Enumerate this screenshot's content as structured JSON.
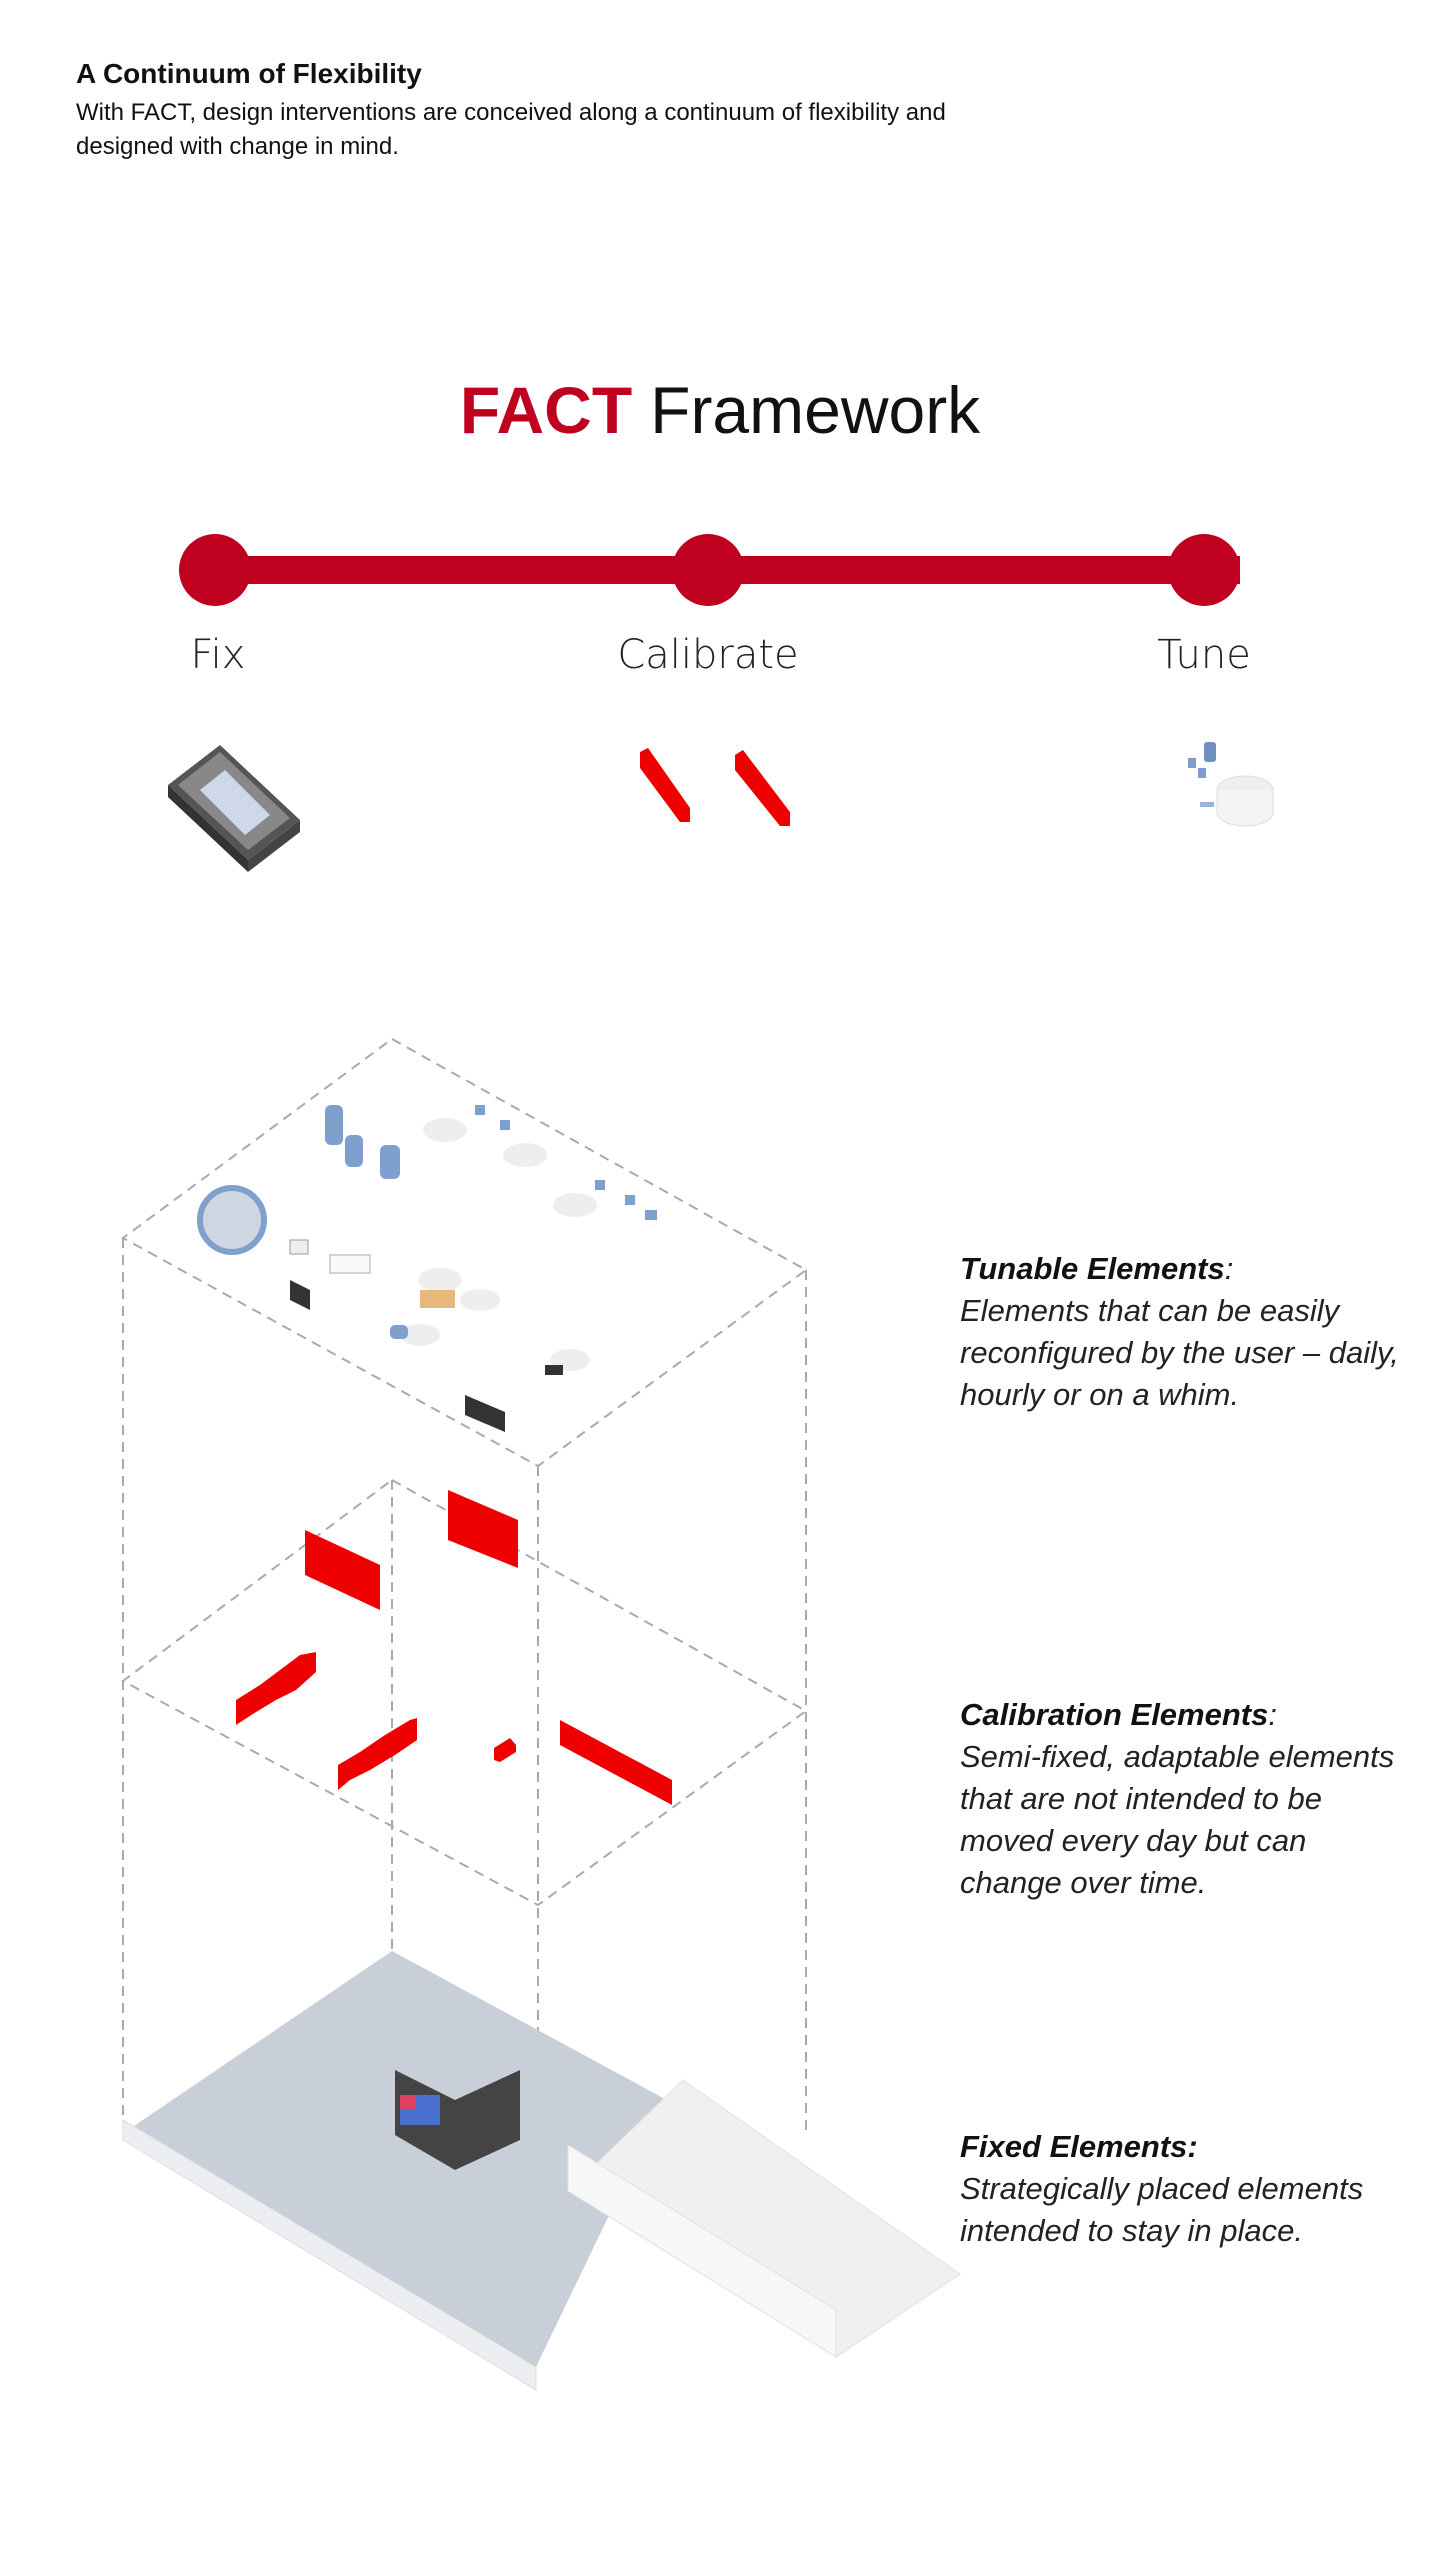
{
  "intro": {
    "title": "A Continuum of Flexibility",
    "body": "With FACT, design interventions are conceived along a continuum of flexibility and designed with change in mind."
  },
  "framework": {
    "title_accent": "FACT",
    "title_rest": "Framework",
    "stages": [
      {
        "label": "Fix"
      },
      {
        "label": "Calibrate"
      },
      {
        "label": "Tune"
      }
    ],
    "accent_color": "#c0001f"
  },
  "layers": [
    {
      "title": "Tunable Elements",
      "title_suffix": ":",
      "description": "Elements that can be easily reconfigured by the user – daily, hourly or on a whim."
    },
    {
      "title": "Calibration Elements",
      "title_suffix": ":",
      "description": "Semi-fixed, adaptable elements that are not intended to be moved every day but can change over time."
    },
    {
      "title": "Fixed Elements:",
      "title_suffix": "",
      "description": "Strategically placed elements intended to stay in place."
    }
  ]
}
